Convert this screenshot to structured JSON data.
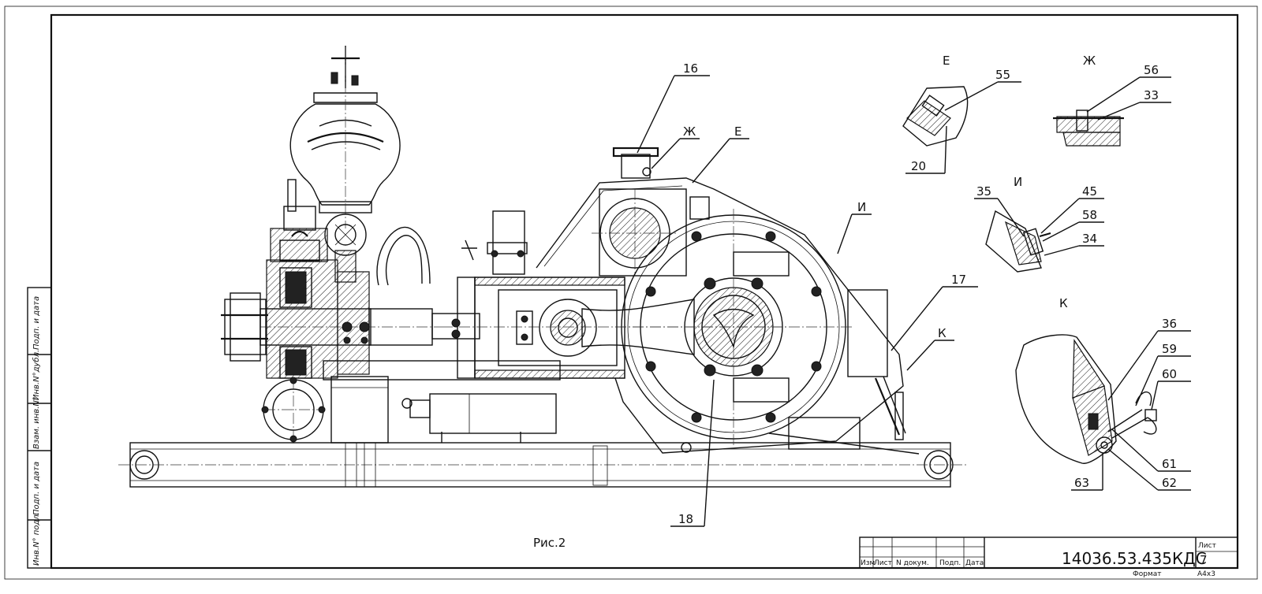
{
  "figure_caption": "Рис.2",
  "callouts": {
    "c16": "16",
    "c17": "17",
    "c18": "18",
    "zh": "Ж",
    "e": "Е",
    "i": "И",
    "k": "К"
  },
  "views": {
    "E": {
      "title": "Е",
      "labels": [
        "55",
        "20"
      ]
    },
    "ZH": {
      "title": "Ж",
      "labels": [
        "56",
        "33"
      ]
    },
    "I": {
      "title": "И",
      "labels": [
        "35",
        "45",
        "58",
        "34"
      ]
    },
    "K": {
      "title": "К",
      "labels": [
        "36",
        "59",
        "60",
        "61",
        "62",
        "63"
      ]
    }
  },
  "title_block": {
    "designation": "14036.53.435КДС",
    "sheet_label": "Лист",
    "sheet_number": "7",
    "format_label": "Формат",
    "format_value": "А4х3",
    "columns": [
      "Изм",
      "Лист",
      "N докум.",
      "Подп.",
      "Дата"
    ]
  },
  "side_stamp": [
    "Подп. и дата",
    "Инв.N°дубл.",
    "Взам. инв.N°",
    "Подп. и дата",
    "Инв.N° подл."
  ]
}
